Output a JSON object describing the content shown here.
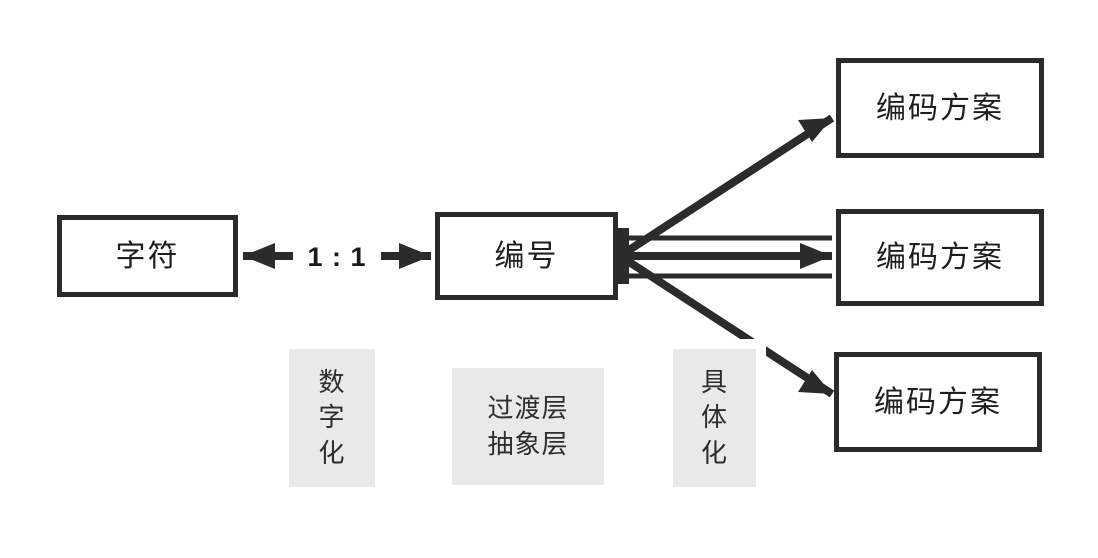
{
  "diagram": {
    "title": "",
    "type": "entity-relationship",
    "background_color": "#ffffff",
    "node_border_color": "#2b2b2b",
    "note_fill_color": "#e9e9e9",
    "edge_color": "#2b2b2b"
  },
  "nodes": {
    "character": {
      "label": "字符"
    },
    "number": {
      "label": "编号"
    },
    "scheme_top": {
      "label": "编码方案"
    },
    "scheme_middle": {
      "label": "编码方案"
    },
    "scheme_bottom": {
      "label": "编码方案"
    }
  },
  "notes": {
    "digitize": {
      "line1": "数",
      "line2": "字",
      "line3": "化"
    },
    "transition": {
      "line1": "过渡层",
      "line2": "抽象层"
    },
    "concretize": {
      "line1": "具",
      "line2": "体",
      "line3": "化"
    }
  },
  "edges": {
    "character_to_number": {
      "cardinality": "1 : 1"
    }
  }
}
